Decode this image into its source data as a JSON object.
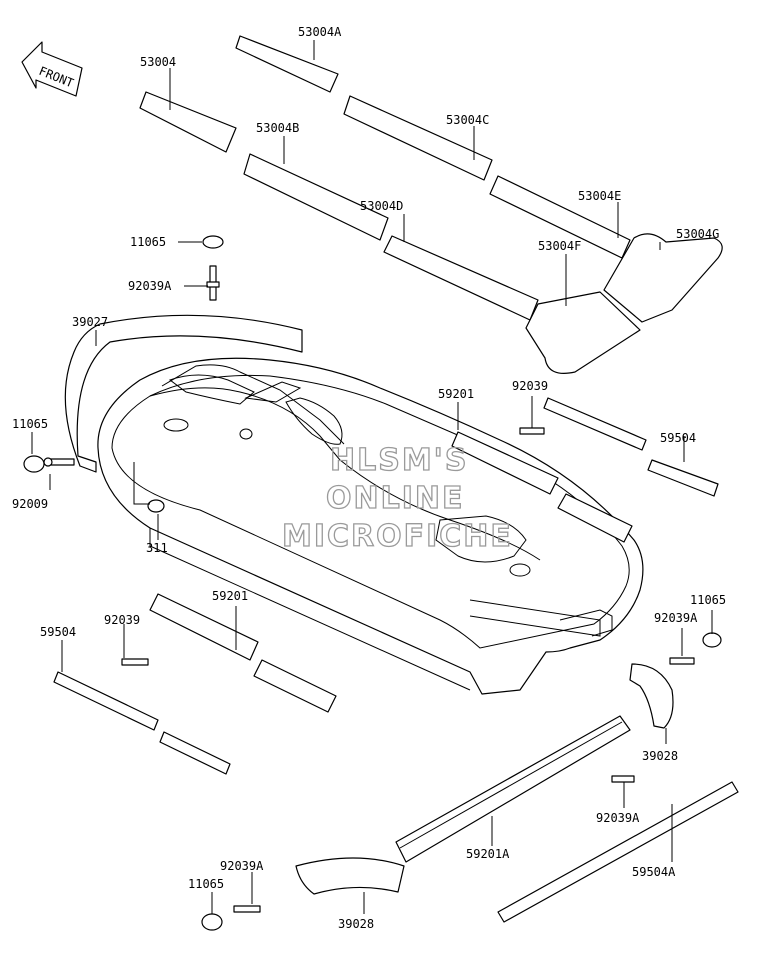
{
  "arrow_label": "FRONT",
  "watermark": {
    "line1": "HLSM'S",
    "line2": "ONLINE",
    "line3": "MICROFICHE"
  },
  "labels": {
    "p53004": "53004",
    "p53004A": "53004A",
    "p53004B": "53004B",
    "p53004C": "53004C",
    "p53004D": "53004D",
    "p53004E": "53004E",
    "p53004F": "53004F",
    "p53004G": "53004G",
    "p11065_top": "11065",
    "p92039A_top": "92039A",
    "p39027": "39027",
    "p11065_left": "11065",
    "p92009": "92009",
    "p311": "311",
    "p59201_right": "59201",
    "p92039_right": "92039",
    "p59504_right": "59504",
    "p59201_left": "59201",
    "p92039_left": "92039",
    "p59504_left": "59504",
    "p11065_right": "11065",
    "p92039A_right": "92039A",
    "p39028_right": "39028",
    "p92039A_mid": "92039A",
    "p59201A": "59201A",
    "p59504A": "59504A",
    "p92039A_bottom": "92039A",
    "p11065_bottom": "11065",
    "p39028_bottom": "39028"
  }
}
